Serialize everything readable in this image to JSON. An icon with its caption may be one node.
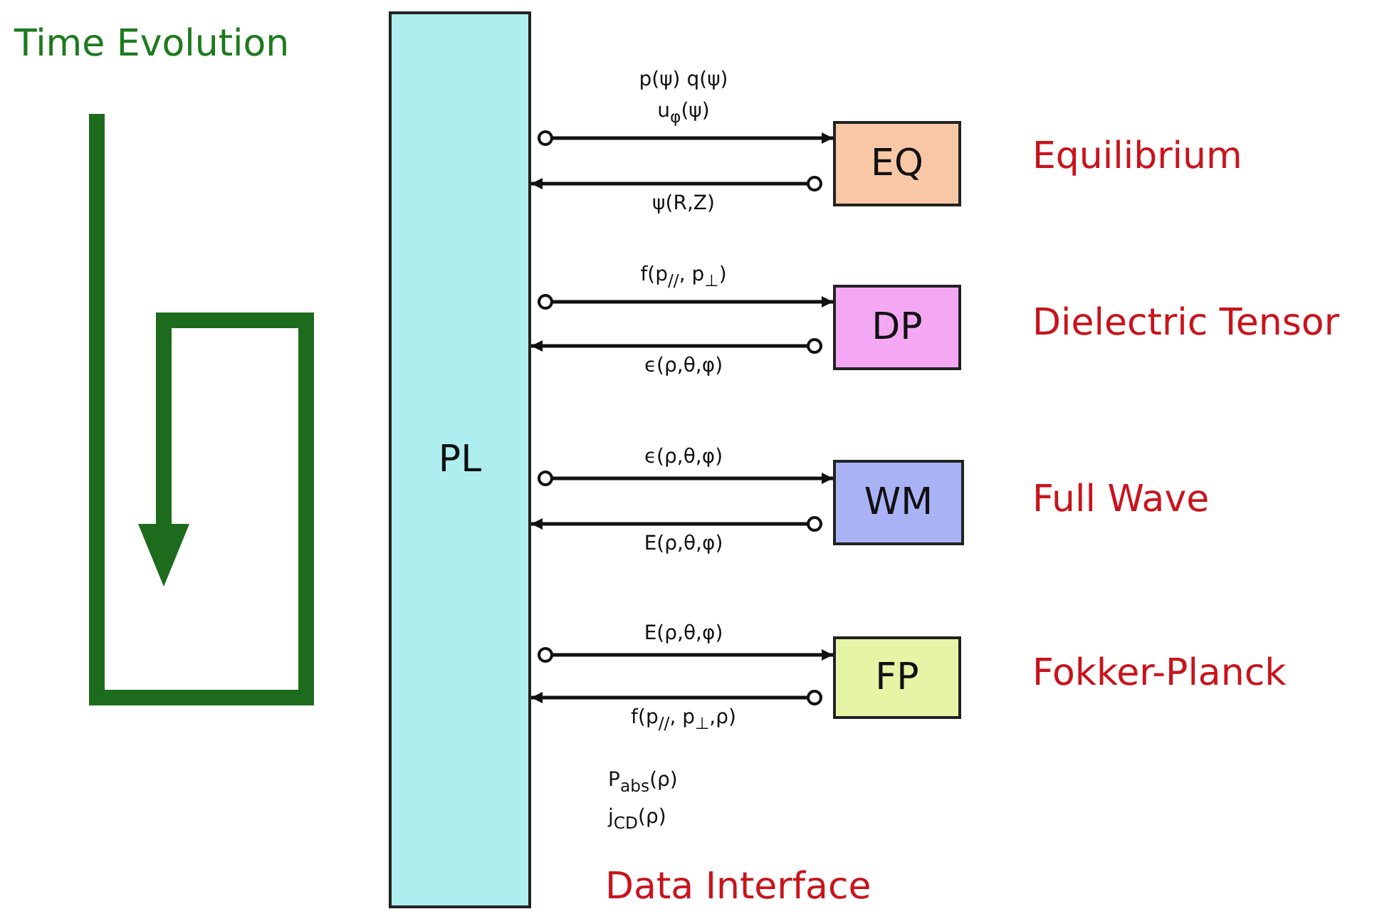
{
  "diagram": {
    "nodes": [
      {
        "text": [
          "PL"
        ],
        "beside": [
          "Data Interface"
        ]
      },
      {
        "text": [
          "EQ"
        ],
        "beside": [
          "Equilibrium"
        ]
      },
      {
        "text": [
          "DP"
        ],
        "beside": [
          "Dielectric Tensor"
        ]
      },
      {
        "text": [
          "WM"
        ],
        "beside": [
          "Full Wave"
        ]
      },
      {
        "text": [
          "FP"
        ],
        "beside": [
          "Fokker-Planck"
        ]
      }
    ],
    "edges": [
      {
        "from": 0,
        "to": 1,
        "arrow": "to",
        "label": "p(ψ) q(ψ) u$_{φ}$(ψ)"
      },
      {
        "from": 1,
        "to": 0,
        "arrow": "to",
        "label": "ψ(R,Z)"
      },
      {
        "from": 0,
        "to": 2,
        "arrow": "to",
        "label": "f(p$_{//}$, p$_{⊥}$)"
      },
      {
        "from": 2,
        "to": 0,
        "arrow": "to",
        "label": "ϵ(ρ,θ,φ)"
      },
      {
        "from": 0,
        "to": 3,
        "arrow": "to",
        "label": "ϵ(ρ,θ,φ)"
      },
      {
        "from": 3,
        "to": 0,
        "arrow": "to",
        "label": "E(ρ,θ,φ)"
      },
      {
        "from": 0,
        "to": 4,
        "arrow": "to",
        "label": "E(ρ,θ,φ)"
      },
      {
        "from": 4,
        "to": 0,
        "arrow": "to",
        "label": "f(p$_{//}$, p$_{⊥}$,ρ)"
      }
    ],
    "labels": [
      "Time Evolution",
      "P$_{abs}$(ρ)",
      "j$_{CD}$(ρ)"
    ]
  }
}
